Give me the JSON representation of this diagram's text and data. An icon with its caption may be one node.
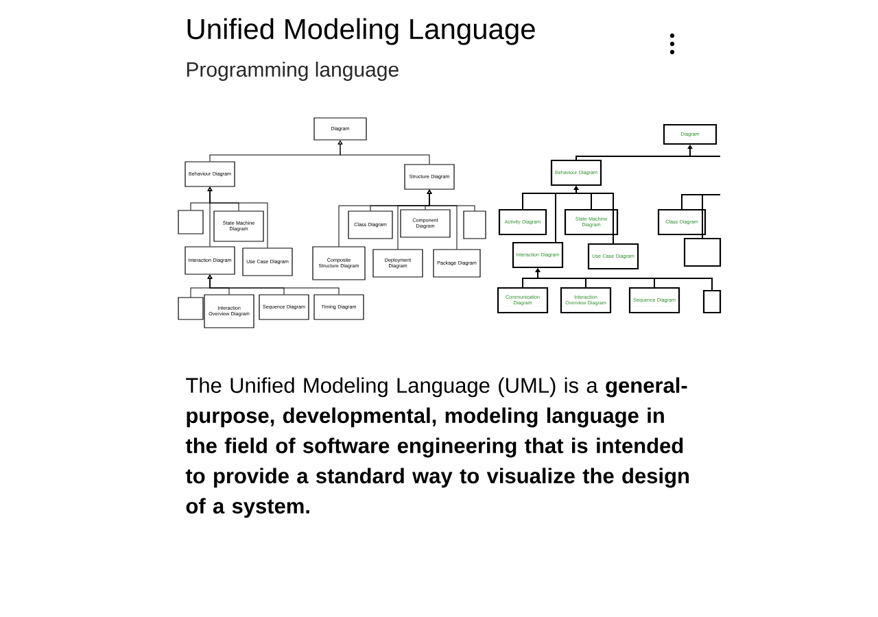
{
  "diagram": {
    "title": "Unified Modeling Language",
    "nodes": [
      {
        "text": [
          "Diagram"
        ]
      },
      {
        "text": [
          "Behaviour Diagram"
        ]
      },
      {
        "text": [
          "Structure Diagram"
        ]
      },
      {
        "text": [],
        "shape": "box"
      },
      {
        "text": [
          "State Machine Diagram"
        ]
      },
      {
        "text": [
          "Interaction Diagram"
        ]
      },
      {
        "text": [
          "Use Case Diagram"
        ]
      },
      {
        "text": [],
        "shape": "box"
      },
      {
        "text": [
          "Interaction Overview Diagram"
        ]
      },
      {
        "text": [
          "Sequence Diagram"
        ]
      },
      {
        "text": [
          "Timing Diagram"
        ]
      },
      {
        "text": [
          "Class Diagram"
        ]
      },
      {
        "text": [
          "Component Diagram"
        ]
      },
      {
        "text": [],
        "shape": "box"
      },
      {
        "text": [
          "Composite Structure Diagram"
        ]
      },
      {
        "text": [
          "Deployment Diagram"
        ]
      },
      {
        "text": [
          "Package Diagram"
        ]
      },
      {
        "text": [
          "Diagram"
        ]
      },
      {
        "text": [
          "Behaviour Diagram"
        ]
      },
      {
        "text": [
          "Activity Diagram"
        ]
      },
      {
        "text": [
          "State Machine Diagram"
        ]
      },
      {
        "text": [
          "Class Diagram"
        ]
      },
      {
        "text": [
          "Interaction Diagram"
        ]
      },
      {
        "text": [
          "Use Case Diagram"
        ]
      },
      {
        "text": [],
        "shape": "box"
      },
      {
        "text": [
          "Communication Diagram"
        ]
      },
      {
        "text": [
          "Interaction Overview Diagram"
        ]
      },
      {
        "text": [
          "Sequence Diagram"
        ]
      },
      {
        "text": [],
        "shape": "box"
      }
    ],
    "edges": [
      {
        "from": 1,
        "to": 0,
        "arrow": "to"
      },
      {
        "from": 2,
        "to": 0,
        "arrow": "to"
      },
      {
        "from": 3,
        "to": 1,
        "arrow": "to"
      },
      {
        "from": 4,
        "to": 1,
        "arrow": "to"
      },
      {
        "from": 5,
        "to": 1,
        "arrow": "to"
      },
      {
        "from": 6,
        "to": 1,
        "arrow": "to"
      },
      {
        "from": 7,
        "to": 5,
        "arrow": "to"
      },
      {
        "from": 8,
        "to": 5,
        "arrow": "to"
      },
      {
        "from": 9,
        "to": 5,
        "arrow": "to"
      },
      {
        "from": 10,
        "to": 5,
        "arrow": "to"
      },
      {
        "from": 11,
        "to": 2,
        "arrow": "to"
      },
      {
        "from": 12,
        "to": 2,
        "arrow": "to"
      },
      {
        "from": 13,
        "to": 2,
        "arrow": "to"
      },
      {
        "from": 14,
        "to": 2,
        "arrow": "to"
      },
      {
        "from": 15,
        "to": 2,
        "arrow": "to"
      },
      {
        "from": 16,
        "to": 2,
        "arrow": "to"
      },
      {
        "from": 18,
        "to": 17,
        "arrow": "to"
      },
      {
        "from": null,
        "to": 17,
        "arrow": "to"
      },
      {
        "from": 19,
        "to": 18,
        "arrow": "to"
      },
      {
        "from": 20,
        "to": 18,
        "arrow": "to"
      },
      {
        "from": 22,
        "to": 18,
        "arrow": "to"
      },
      {
        "from": 23,
        "to": 18,
        "arrow": "to"
      },
      {
        "from": 21,
        "to": null,
        "arrow": "none"
      },
      {
        "from": 24,
        "to": null,
        "arrow": "none"
      },
      {
        "from": 25,
        "to": 22,
        "arrow": "to"
      },
      {
        "from": 26,
        "to": 22,
        "arrow": "to"
      },
      {
        "from": 27,
        "to": 22,
        "arrow": "to"
      },
      {
        "from": 28,
        "to": 22,
        "arrow": "to"
      }
    ],
    "labels": [
      "Programming language",
      "The Unified Modeling Language (UML) is a **general-purpose, developmental, modeling language in the field of software engineering that is intended to provide a standard way to visualize the design of a system.**"
    ]
  }
}
